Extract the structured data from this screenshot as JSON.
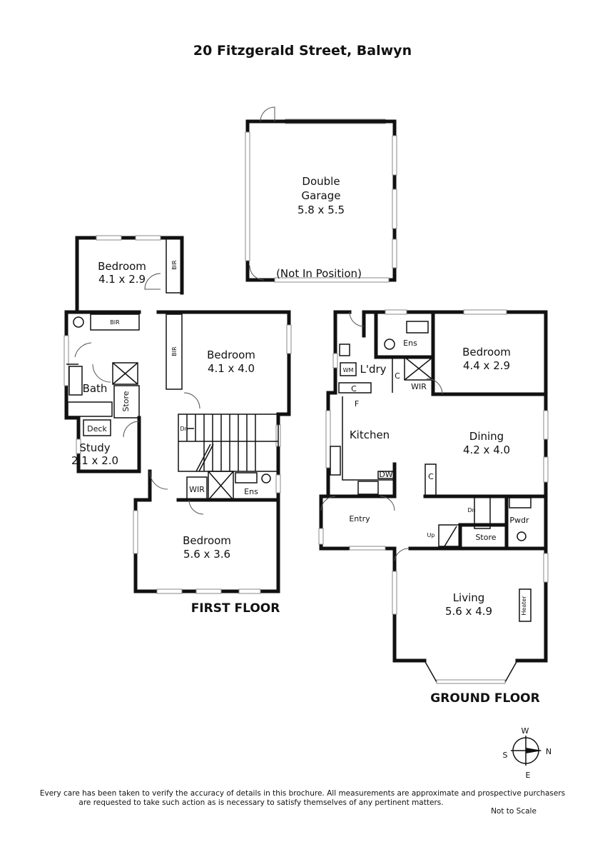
{
  "title": "20 Fitzgerald Street, Balwyn",
  "garage": {
    "name_line1": "Double",
    "name_line2": "Garage",
    "size": "5.8 x 5.5",
    "note": "(Not In Position)"
  },
  "first_floor": {
    "label": "FIRST FLOOR",
    "bedroom_a": {
      "name": "Bedroom",
      "size": "4.1 x 2.9"
    },
    "bedroom_b": {
      "name": "Bedroom",
      "size": "4.1 x 4.0"
    },
    "bedroom_c": {
      "name": "Bedroom",
      "size": "5.6 x 3.6"
    },
    "study": {
      "name": "Study",
      "size": "2.1 x 2.0"
    },
    "bath": "Bath",
    "store": "Store",
    "deck": "Deck",
    "bir": "BIR",
    "wir": "WIR",
    "ens": "Ens",
    "dn": "Dn"
  },
  "ground_floor": {
    "label": "GROUND FLOOR",
    "bedroom": {
      "name": "Bedroom",
      "size": "4.4 x 2.9"
    },
    "dining": {
      "name": "Dining",
      "size": "4.2 x 4.0"
    },
    "living": {
      "name": "Living",
      "size": "5.6 x 4.9"
    },
    "kitchen": "Kitchen",
    "laundry": "L'dry",
    "wm": "WM",
    "c": "C",
    "f": "F",
    "dw": "DW",
    "ens": "Ens",
    "wir": "WIR",
    "entry": "Entry",
    "store": "Store",
    "pwdr": "Pwdr",
    "up": "Up",
    "dn": "Dn",
    "heater": "Heater"
  },
  "compass": {
    "n": "N",
    "s": "S",
    "e": "E",
    "w": "W"
  },
  "disclaimer_line1": "Every care has been taken to verify the accuracy of details in this brochure. All measurements are approximate and prospective purchasers",
  "disclaimer_line2": "are requested to take such action as is necessary to satisfy themselves of any pertinent matters.",
  "scale_note": "Not to Scale"
}
